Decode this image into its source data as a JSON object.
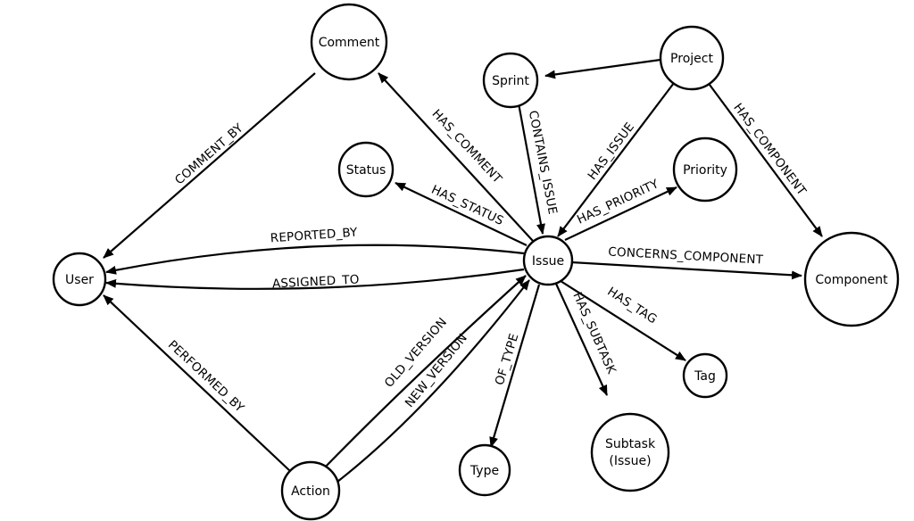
{
  "nodes": {
    "comment": "Comment",
    "sprint": "Sprint",
    "project": "Project",
    "status": "Status",
    "priority": "Priority",
    "user": "User",
    "issue": "Issue",
    "component": "Component",
    "tag": "Tag",
    "subtask_line1": "Subtask",
    "subtask_line2": "(Issue)",
    "type": "Type",
    "action": "Action"
  },
  "edges": {
    "comment_by": "COMMENT_BY",
    "has_comment": "HAS_COMMENT",
    "contains_issue": "CONTAINS_ISSUE",
    "has_issue": "HAS_ISSUE",
    "has_component": "HAS_COMPONENT",
    "has_status": "HAS_STATUS",
    "has_priority": "HAS_PRIORITY",
    "reported_by": "REPORTED_BY",
    "assigned_to": "ASSIGNED_TO",
    "concerns_component": "CONCERNS_COMPONENT",
    "has_tag": "HAS_TAG",
    "has_subtask": "HAS_SUBTASK",
    "of_type": "OF_TYPE",
    "performed_by": "PERFORMED_BY",
    "old_version": "OLD_VERSION",
    "new_version": "NEW_VERSION"
  }
}
